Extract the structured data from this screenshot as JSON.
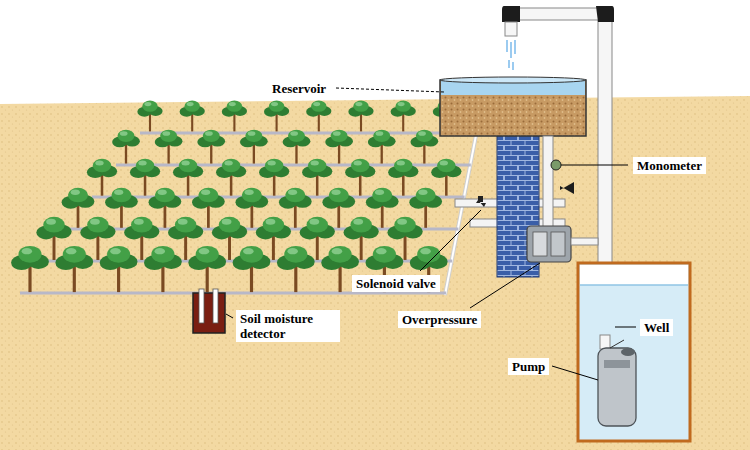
{
  "diagram": {
    "labels": [
      "Reservoir",
      "Monometer",
      "Solenoid valve",
      "Overpressure",
      "Soil moisture detector",
      "Pump",
      "Well"
    ]
  }
}
